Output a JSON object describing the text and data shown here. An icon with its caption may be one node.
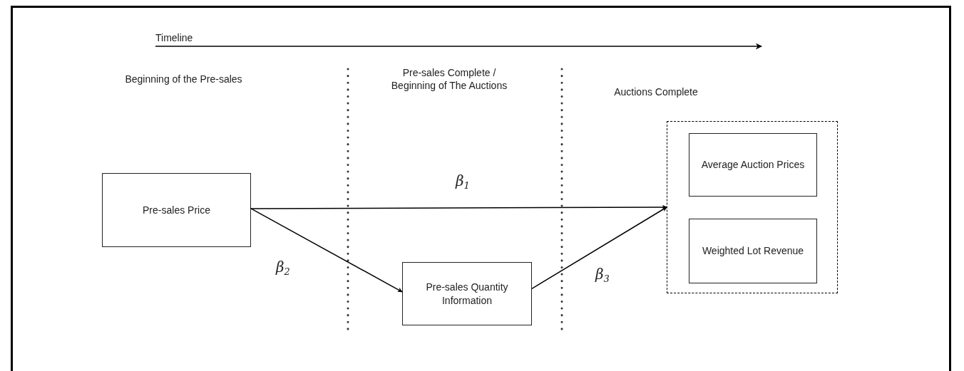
{
  "diagram": {
    "nodes": [
      {
        "text": [
          "Pre-sales Price"
        ]
      },
      {
        "text": [
          "Pre-sales Quantity Information"
        ]
      },
      {
        "text": [],
        "shape": "box"
      },
      {
        "text": [
          "Average Auction Prices"
        ],
        "in": 2
      },
      {
        "text": [
          "Weighted Lot Revenue"
        ],
        "in": 2
      }
    ],
    "edges": [
      {
        "from": 0,
        "to": 2,
        "arrow": "to",
        "label": "β$_{1}$"
      },
      {
        "from": 0,
        "to": 1,
        "arrow": "to",
        "label": "β$_{2}$"
      },
      {
        "from": 1,
        "to": 2,
        "arrow": "to",
        "label": "β$_{3}$"
      }
    ],
    "labels": [
      "Timeline",
      "Beginning of the Pre-sales",
      "Pre-sales Complete / Beginning of The Auctions",
      "Auctions Complete"
    ]
  }
}
